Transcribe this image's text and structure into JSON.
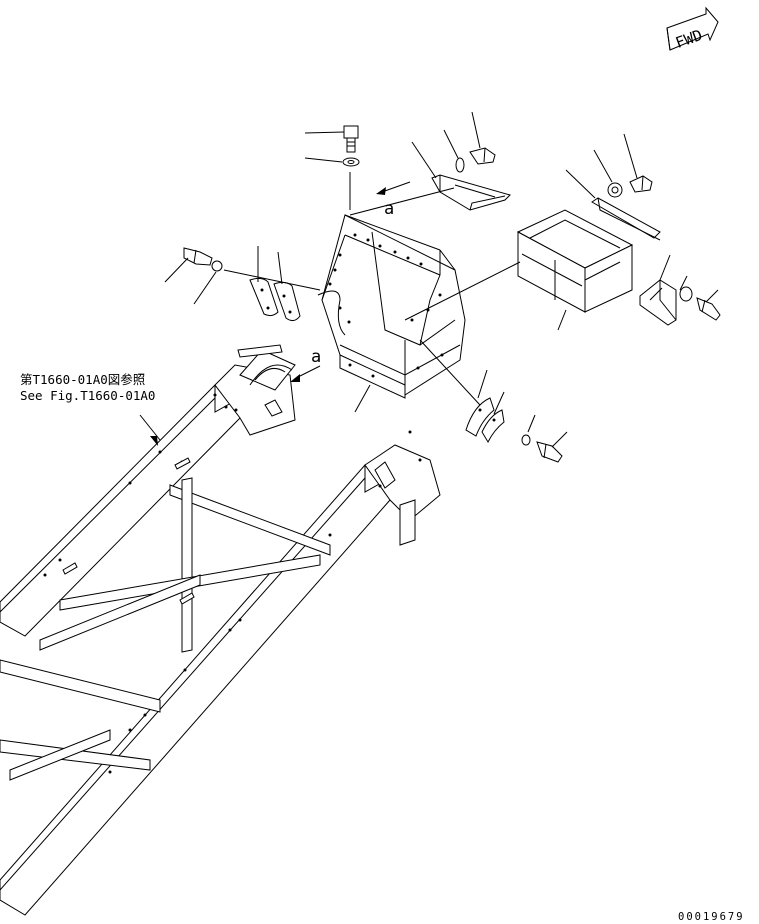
{
  "fwd_label": "FWD",
  "callout_a_1": "a",
  "callout_a_2": "a",
  "reference_jp": "第T1660-01A0図参照",
  "reference_en": "See Fig.T1660-01A0",
  "figure_number": "00019679"
}
